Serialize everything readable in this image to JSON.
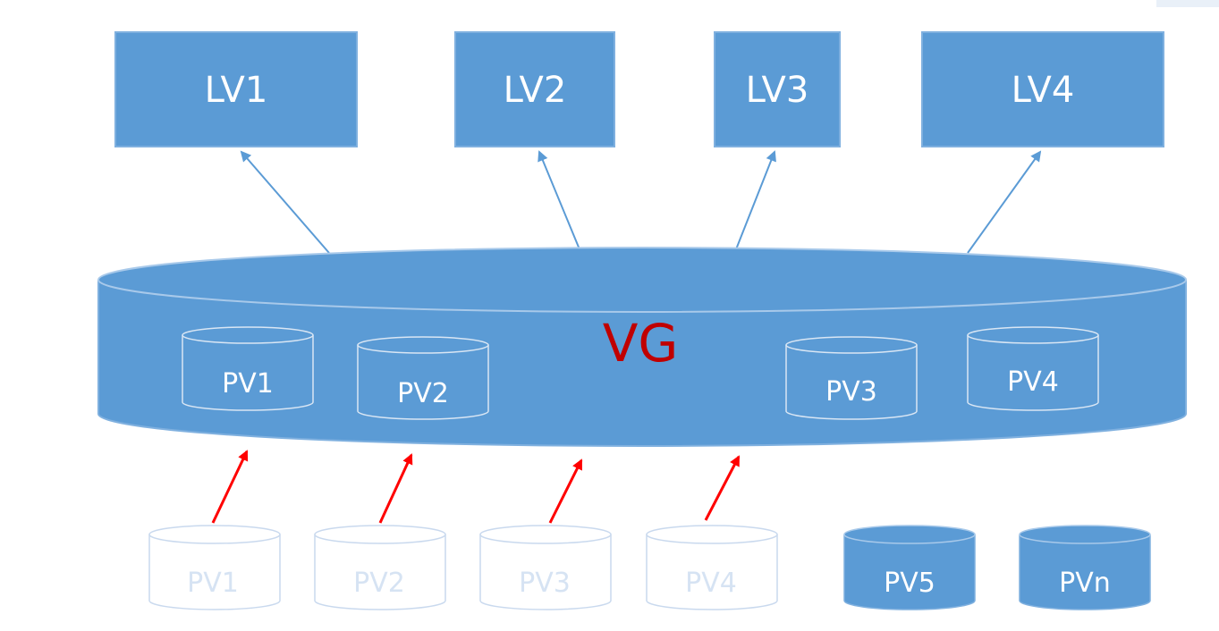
{
  "colors": {
    "box_fill": "#5b9bd5",
    "box_border": "#7fb0df",
    "vg_label": "#c00000",
    "red_arrow": "#ff0000",
    "blue_arrow": "#5b9bd5",
    "ghost_stroke": "#c9d9ee",
    "ghost_text": "#d6e3f3",
    "inner_stroke": "#d9e6f4"
  },
  "logical_volumes": [
    {
      "label": "LV1"
    },
    {
      "label": "LV2"
    },
    {
      "label": "LV3"
    },
    {
      "label": "LV4"
    }
  ],
  "volume_group": {
    "label": "VG",
    "member_pvs": [
      {
        "label": "PV1"
      },
      {
        "label": "PV2"
      },
      {
        "label": "PV3"
      },
      {
        "label": "PV4"
      }
    ]
  },
  "physical_volumes_added": [
    {
      "label": "PV1"
    },
    {
      "label": "PV2"
    },
    {
      "label": "PV3"
    },
    {
      "label": "PV4"
    }
  ],
  "physical_volumes_free": [
    {
      "label": "PV5"
    },
    {
      "label": "PVn"
    }
  ]
}
